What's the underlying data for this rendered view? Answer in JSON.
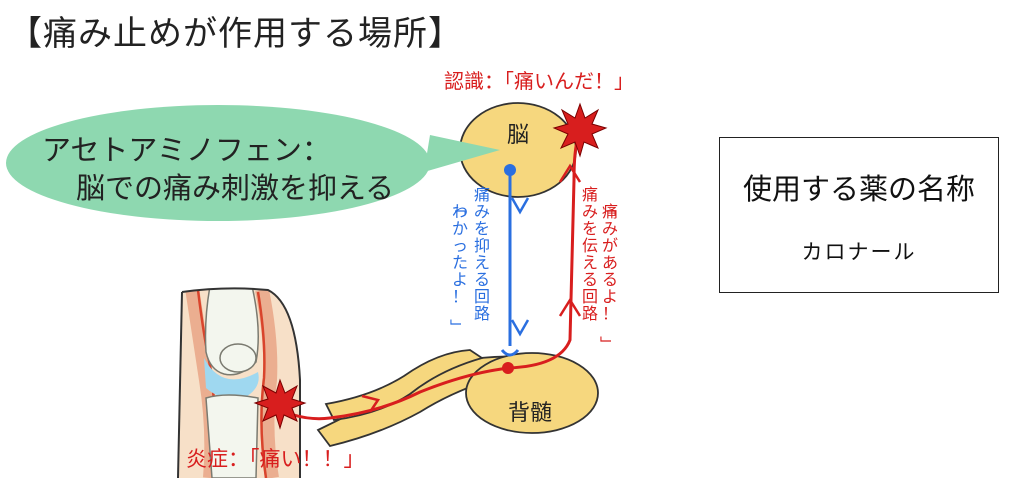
{
  "title": "【痛み止めが作用する場所】",
  "labels": {
    "recognition": "認識：「痛いんだ！」",
    "brain": "脳",
    "spinal_cord": "背髄",
    "inflammation": "炎症：「痛い！！」",
    "callout_line1": "アセトアミノフェン：",
    "callout_line2": "脳での痛み刺激を抑える",
    "suppress_pathway": [
      "痛みを抑える回路",
      "「わかったよ！」"
    ],
    "transmit_pathway": [
      "「痛みがあるよ！」",
      "痛みを伝える回路"
    ]
  },
  "card": {
    "title": "使用する薬の名称",
    "drug_name": "カロナール"
  },
  "colors": {
    "pain_red": "#d81e1e",
    "suppress_blue": "#2a6fe0",
    "organ_yellow": "#f6d77e",
    "callout_green": "#8ed8b0",
    "skin_peach": "#f7e0c8",
    "bone_light": "#f3f6ee",
    "cartilage_blue": "#9fd8f0"
  },
  "icons": [
    "pain-burst-icon",
    "arrow-up-icon",
    "arrow-down-icon"
  ]
}
